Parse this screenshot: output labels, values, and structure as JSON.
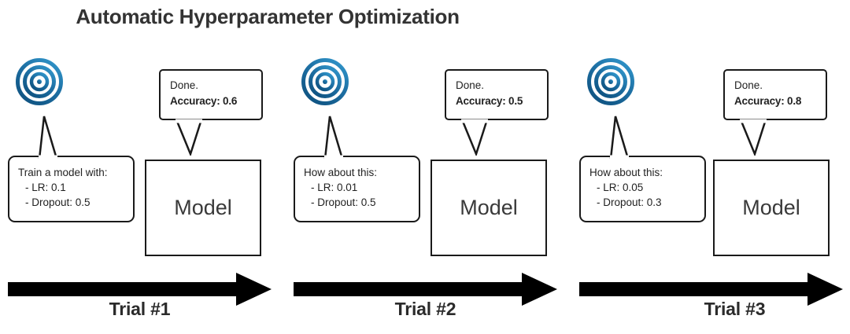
{
  "title": "Automatic Hyperparameter Optimization",
  "colors": {
    "title_text": "#333333",
    "stroke": "#1a1a1a",
    "body_text": "#222222",
    "model_text": "#3a3a3a",
    "arrow": "#000000",
    "target_light_blue": "#2f8fc6",
    "target_dark_blue": "#0f5280",
    "background": "#ffffff"
  },
  "icons": {
    "target": "target-icon",
    "arrow_right": "arrow-right-icon"
  },
  "trials": [
    {
      "id": "trial-1",
      "label_prefix": "Trial #",
      "label_number": "1",
      "label": "Trial #1",
      "request": {
        "heading": "Train a model with:",
        "params": [
          "- LR: 0.1",
          "- Dropout: 0.5"
        ]
      },
      "model_label": "Model",
      "result": {
        "status": "Done.",
        "accuracy_label": "Accuracy: 0.6",
        "accuracy_value": 0.6
      }
    },
    {
      "id": "trial-2",
      "label_prefix": "Trial #",
      "label_number": "2",
      "label": "Trial #2",
      "request": {
        "heading": "How about this:",
        "params": [
          "- LR: 0.01",
          "- Dropout: 0.5"
        ]
      },
      "model_label": "Model",
      "result": {
        "status": "Done.",
        "accuracy_label": "Accuracy: 0.5",
        "accuracy_value": 0.5
      }
    },
    {
      "id": "trial-3",
      "label_prefix": "Trial #",
      "label_number": "3",
      "label": "Trial #3",
      "request": {
        "heading": "How about this:",
        "params": [
          "- LR: 0.05",
          "- Dropout: 0.3"
        ]
      },
      "model_label": "Model",
      "result": {
        "status": "Done.",
        "accuracy_label": "Accuracy: 0.8",
        "accuracy_value": 0.8
      }
    }
  ]
}
